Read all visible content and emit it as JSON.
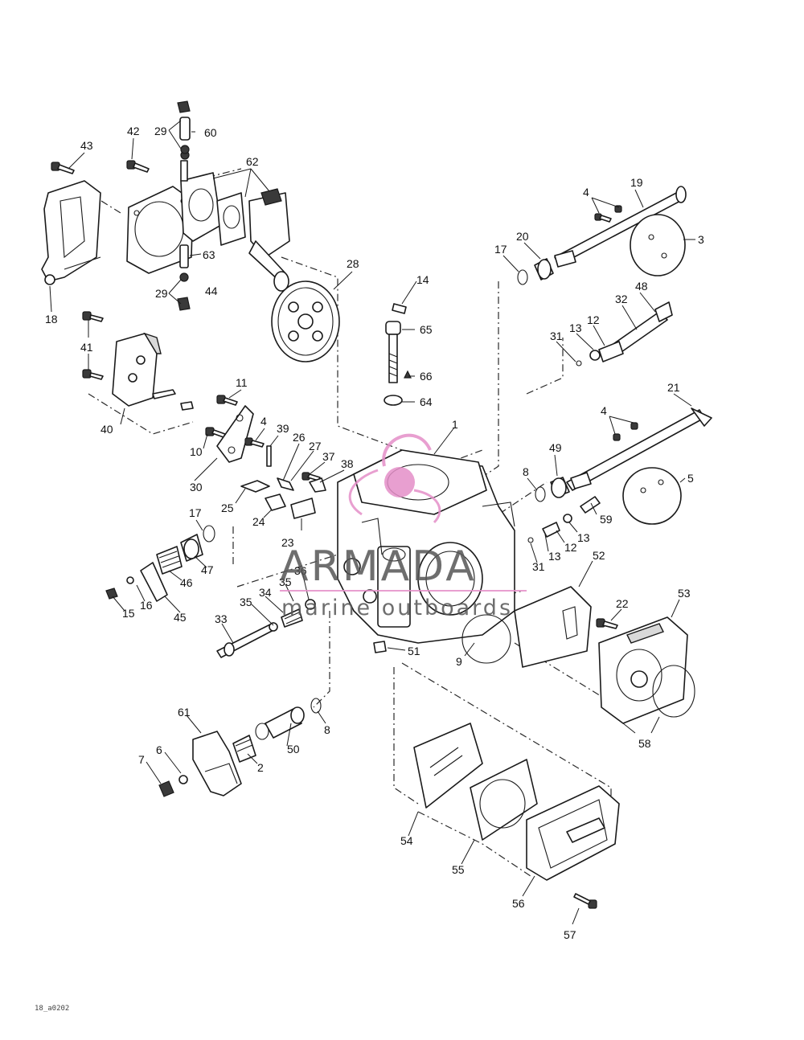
{
  "diagram": {
    "reference_code": "18_a0202",
    "callouts": [
      {
        "id": "c43",
        "text": "43"
      },
      {
        "id": "c42",
        "text": "42"
      },
      {
        "id": "c29a",
        "text": "29"
      },
      {
        "id": "c60",
        "text": "60"
      },
      {
        "id": "c62",
        "text": "62"
      },
      {
        "id": "c63",
        "text": "63"
      },
      {
        "id": "c29b",
        "text": "29"
      },
      {
        "id": "c44",
        "text": "44"
      },
      {
        "id": "c18",
        "text": "18"
      },
      {
        "id": "c28",
        "text": "28"
      },
      {
        "id": "c41",
        "text": "41"
      },
      {
        "id": "c40",
        "text": "40"
      },
      {
        "id": "c11",
        "text": "11"
      },
      {
        "id": "c10",
        "text": "10"
      },
      {
        "id": "c30",
        "text": "30"
      },
      {
        "id": "c4a",
        "text": "4"
      },
      {
        "id": "c39",
        "text": "39"
      },
      {
        "id": "c26",
        "text": "26"
      },
      {
        "id": "c27",
        "text": "27"
      },
      {
        "id": "c37",
        "text": "37"
      },
      {
        "id": "c38",
        "text": "38"
      },
      {
        "id": "c25",
        "text": "25"
      },
      {
        "id": "c24",
        "text": "24"
      },
      {
        "id": "c23",
        "text": "23"
      },
      {
        "id": "c17a",
        "text": "17"
      },
      {
        "id": "c47",
        "text": "47"
      },
      {
        "id": "c46",
        "text": "46"
      },
      {
        "id": "c16",
        "text": "16"
      },
      {
        "id": "c15",
        "text": "15"
      },
      {
        "id": "c45",
        "text": "45"
      },
      {
        "id": "c36",
        "text": "36"
      },
      {
        "id": "c35a",
        "text": "35"
      },
      {
        "id": "c34",
        "text": "34"
      },
      {
        "id": "c35b",
        "text": "35"
      },
      {
        "id": "c33",
        "text": "33"
      },
      {
        "id": "c61",
        "text": "61"
      },
      {
        "id": "c6",
        "text": "6"
      },
      {
        "id": "c7",
        "text": "7"
      },
      {
        "id": "c2",
        "text": "2"
      },
      {
        "id": "c50",
        "text": "50"
      },
      {
        "id": "c8a",
        "text": "8"
      },
      {
        "id": "c14",
        "text": "14"
      },
      {
        "id": "c65",
        "text": "65"
      },
      {
        "id": "c66",
        "text": "66"
      },
      {
        "id": "c64",
        "text": "64"
      },
      {
        "id": "c1",
        "text": "1"
      },
      {
        "id": "c4b",
        "text": "4"
      },
      {
        "id": "c19",
        "text": "19"
      },
      {
        "id": "c20",
        "text": "20"
      },
      {
        "id": "c17b",
        "text": "17"
      },
      {
        "id": "c3",
        "text": "3"
      },
      {
        "id": "c48",
        "text": "48"
      },
      {
        "id": "c32",
        "text": "32"
      },
      {
        "id": "c12a",
        "text": "12"
      },
      {
        "id": "c13a",
        "text": "13"
      },
      {
        "id": "c31a",
        "text": "31"
      },
      {
        "id": "c21",
        "text": "21"
      },
      {
        "id": "c4c",
        "text": "4"
      },
      {
        "id": "c49",
        "text": "49"
      },
      {
        "id": "c8b",
        "text": "8"
      },
      {
        "id": "c5",
        "text": "5"
      },
      {
        "id": "c59",
        "text": "59"
      },
      {
        "id": "c13b",
        "text": "13"
      },
      {
        "id": "c12b",
        "text": "12"
      },
      {
        "id": "c13c",
        "text": "13"
      },
      {
        "id": "c31b",
        "text": "31"
      },
      {
        "id": "c52",
        "text": "52"
      },
      {
        "id": "c22",
        "text": "22"
      },
      {
        "id": "c53",
        "text": "53"
      },
      {
        "id": "c9",
        "text": "9"
      },
      {
        "id": "c51",
        "text": "51"
      },
      {
        "id": "c58",
        "text": "58"
      },
      {
        "id": "c54",
        "text": "54"
      },
      {
        "id": "c55",
        "text": "55"
      },
      {
        "id": "c56",
        "text": "56"
      },
      {
        "id": "c57",
        "text": "57"
      }
    ]
  },
  "watermark": {
    "brand": "ARMADA",
    "tagline": "marine outboards",
    "accent_color": "#e58fc8",
    "text_color": "#555555"
  }
}
